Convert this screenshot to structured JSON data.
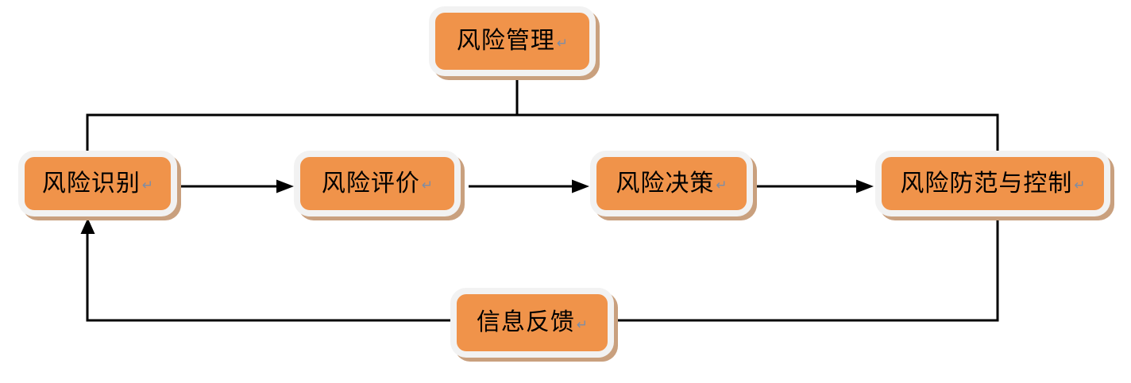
{
  "diagram": {
    "paragraph_mark": "↵",
    "nodes": [
      {
        "id": "risk-management",
        "label": "风险管理"
      },
      {
        "id": "risk-identification",
        "label": "风险识别"
      },
      {
        "id": "risk-evaluation",
        "label": "风险评价"
      },
      {
        "id": "risk-decision",
        "label": "风险决策"
      },
      {
        "id": "risk-prevention-control",
        "label": "风险防范与控制"
      },
      {
        "id": "information-feedback",
        "label": "信息反馈"
      }
    ],
    "edges": [
      {
        "from": "risk-management",
        "to": "risk-identification",
        "arrow": false
      },
      {
        "from": "risk-management",
        "to": "risk-prevention-control",
        "arrow": false
      },
      {
        "from": "risk-identification",
        "to": "risk-evaluation",
        "arrow": true
      },
      {
        "from": "risk-evaluation",
        "to": "risk-decision",
        "arrow": true
      },
      {
        "from": "risk-decision",
        "to": "risk-prevention-control",
        "arrow": true
      },
      {
        "from": "risk-prevention-control",
        "to": "information-feedback",
        "arrow": false
      },
      {
        "from": "information-feedback",
        "to": "risk-identification",
        "arrow": true
      }
    ],
    "colors": {
      "node_fill": "#F0934A",
      "node_border": "#F2F2F2",
      "node_shadow": "#C9A07E",
      "line": "#000000",
      "paragraph_mark": "#7D8DA6",
      "text": "#000000"
    }
  }
}
